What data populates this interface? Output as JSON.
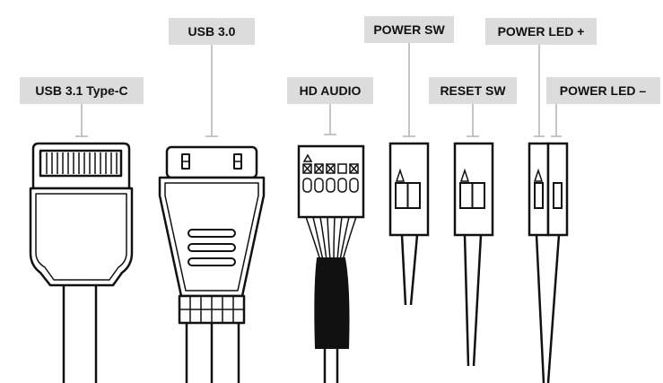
{
  "colors": {
    "label_background": "#dcdcdc",
    "leader_line": "#b3b3b3",
    "connector_outline": "#111111",
    "connector_fill": "#ffffff",
    "wire_bundle": "#111111"
  },
  "labels": {
    "usb31_typec": "USB 3.1 Type-C",
    "usb30": "USB 3.0",
    "hd_audio": "HD AUDIO",
    "power_sw": "POWER SW",
    "reset_sw": "RESET SW",
    "power_led_plus": "POWER LED +",
    "power_led_minus": "POWER LED –"
  },
  "connectors": [
    {
      "id": "usb31-typec",
      "label_key": "usb31_typec"
    },
    {
      "id": "usb30",
      "label_key": "usb30"
    },
    {
      "id": "hd-audio",
      "label_key": "hd_audio"
    },
    {
      "id": "power-sw",
      "label_key": "power_sw"
    },
    {
      "id": "reset-sw",
      "label_key": "reset_sw"
    },
    {
      "id": "power-led-plus",
      "label_key": "power_led_plus"
    },
    {
      "id": "power-led-minus",
      "label_key": "power_led_minus"
    }
  ]
}
